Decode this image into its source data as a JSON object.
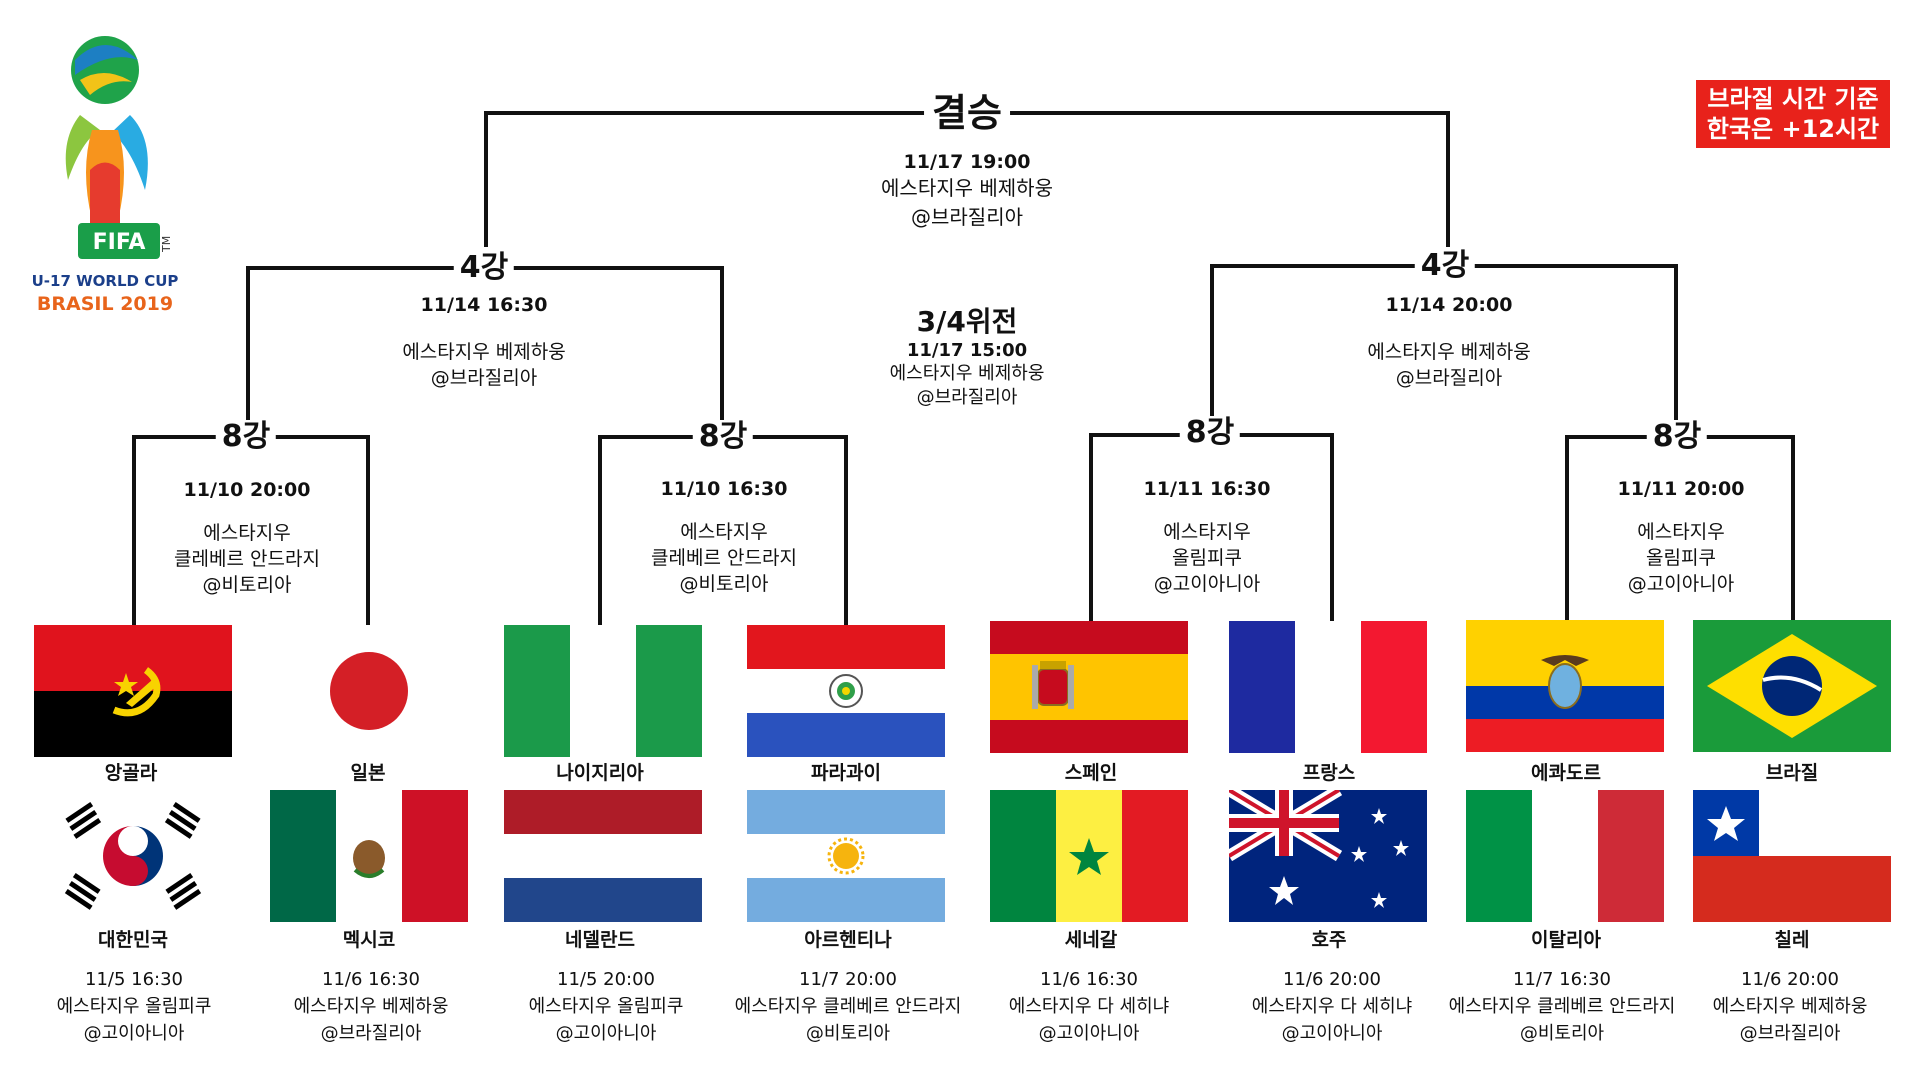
{
  "notice": {
    "line1": "브라질 시간 기준",
    "line2": "한국은 +12시간"
  },
  "logo": {
    "brand": "FIFA",
    "tm": "TM",
    "event": "U-17 WORLD CUP",
    "edition": "BRASIL 2019"
  },
  "final": {
    "label": "결승",
    "date": "11/17 19:00",
    "venue": "에스타지우  베제하웅",
    "city": "@브라질리아"
  },
  "third_place": {
    "label": "3/4위전",
    "date": "11/17 15:00",
    "venue": "에스타지우  베제하웅",
    "city": "@브라질리아"
  },
  "semis": [
    {
      "label": "4강",
      "date": "11/14 16:30",
      "venue": "에스타지우 베제하웅",
      "city": "@브라질리아"
    },
    {
      "label": "4강",
      "date": "11/14 20:00",
      "venue": "에스타지우  베제하웅",
      "city": "@브라질리아"
    }
  ],
  "quarters": [
    {
      "label": "8강",
      "date": "11/10 20:00",
      "venue1": "에스타지우",
      "venue2": "클레베르 안드라지",
      "city": "@비토리아"
    },
    {
      "label": "8강",
      "date": "11/10 16:30",
      "venue1": "에스타지우",
      "venue2": "클레베르 안드라지",
      "city": "@비토리아"
    },
    {
      "label": "8강",
      "date": "11/11 16:30",
      "venue1": "에스타지우",
      "venue2": "올림피쿠",
      "city": "@고이아니아"
    },
    {
      "label": "8강",
      "date": "11/11 20:00",
      "venue1": "에스타지우",
      "venue2": "올림피쿠",
      "city": "@고이아니아"
    }
  ],
  "winners": [
    {
      "name": "앙골라",
      "flag": "angola"
    },
    {
      "name": "일본",
      "flag": "japan"
    },
    {
      "name": "나이지리아",
      "flag": "nigeria"
    },
    {
      "name": "파라과이",
      "flag": "paraguay"
    },
    {
      "name": "스페인",
      "flag": "spain"
    },
    {
      "name": "프랑스",
      "flag": "france"
    },
    {
      "name": "에콰도르",
      "flag": "ecuador"
    },
    {
      "name": "브라질",
      "flag": "brazil"
    }
  ],
  "losers": [
    {
      "name": "대한민국",
      "flag": "korea"
    },
    {
      "name": "멕시코",
      "flag": "mexico"
    },
    {
      "name": "네델란드",
      "flag": "netherlands"
    },
    {
      "name": "아르헨티나",
      "flag": "argentina"
    },
    {
      "name": "세네갈",
      "flag": "senegal"
    },
    {
      "name": "호주",
      "flag": "australia"
    },
    {
      "name": "이탈리아",
      "flag": "italy"
    },
    {
      "name": "칠레",
      "flag": "chile"
    }
  ],
  "round16": [
    {
      "date": "11/5 16:30",
      "venue": "에스타지우 올림피쿠",
      "city": "@고이아니아"
    },
    {
      "date": "11/6 16:30",
      "venue": "에스타지우 베제하웅",
      "city": "@브라질리아"
    },
    {
      "date": "11/5 20:00",
      "venue": "에스타지우 올림피쿠",
      "city": "@고이아니아"
    },
    {
      "date": "11/7 20:00",
      "venue": "에스타지우 클레베르 안드라지",
      "city": "@비토리아"
    },
    {
      "date": "11/6 16:30",
      "venue": "에스타지우 다 세히냐",
      "city": "@고이아니아"
    },
    {
      "date": "11/6 20:00",
      "venue": "에스타지우 다 세히냐",
      "city": "@고이아니아"
    },
    {
      "date": "11/7 16:30",
      "venue": "에스타지우 클레베르 안드라지",
      "city": "@비토리아"
    },
    {
      "date": "11/6 20:00",
      "venue": "에스타지우 베제하웅",
      "city": "@브라질리아"
    }
  ],
  "colors": {
    "line": "#111111",
    "notice_bg": "#e8221b"
  }
}
